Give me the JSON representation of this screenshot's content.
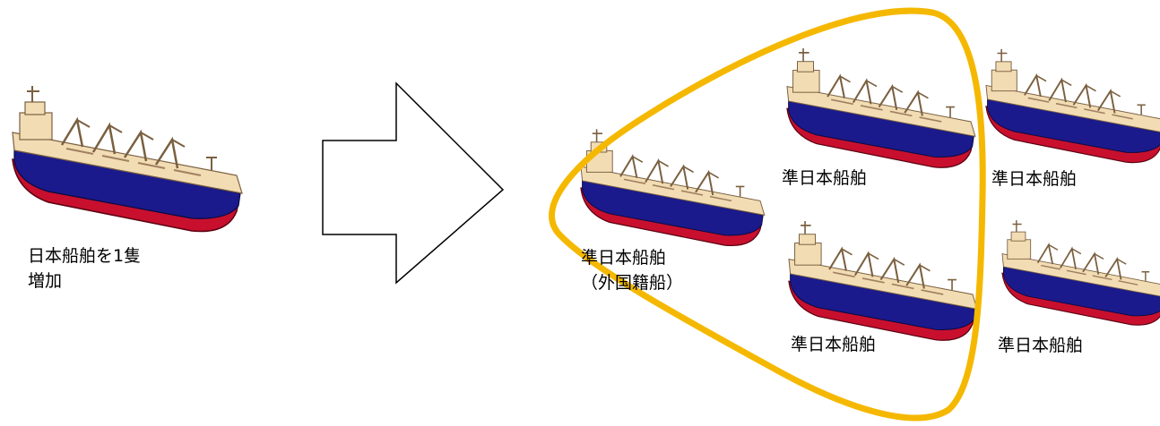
{
  "left": {
    "caption": "日本船舶を1隻\n増加"
  },
  "right": {
    "foreign_caption": "準日本船舶\n（外国籍船）",
    "ship_captions": [
      "準日本船舶",
      "準日本船舶",
      "準日本船舶",
      "準日本船舶"
    ]
  },
  "colors": {
    "hull_blue": "#1a1a8c",
    "hull_red": "#c8102e",
    "deck": "#f2dcb4",
    "highlight": "#f5b800"
  },
  "icons": {
    "ship": "bulk-carrier-ship-icon",
    "arrow": "right-arrow-icon"
  }
}
